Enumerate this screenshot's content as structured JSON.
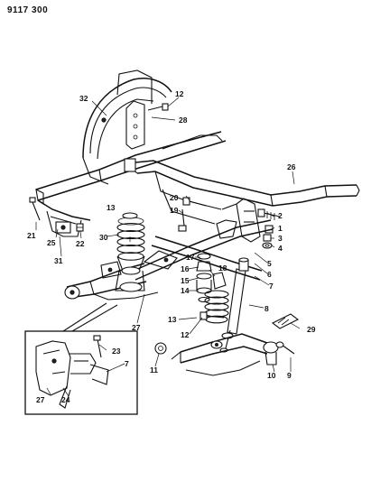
{
  "document_code": "9117 300",
  "callouts": [
    {
      "id": "c1",
      "label": "1"
    },
    {
      "id": "c2",
      "label": "2"
    },
    {
      "id": "c3",
      "label": "3"
    },
    {
      "id": "c4",
      "label": "4"
    },
    {
      "id": "c5",
      "label": "5"
    },
    {
      "id": "c6",
      "label": "6"
    },
    {
      "id": "c7",
      "label": "7"
    },
    {
      "id": "c7b",
      "label": "7"
    },
    {
      "id": "c8",
      "label": "8"
    },
    {
      "id": "c9",
      "label": "9"
    },
    {
      "id": "c10",
      "label": "10"
    },
    {
      "id": "c11",
      "label": "11"
    },
    {
      "id": "c12a",
      "label": "12"
    },
    {
      "id": "c12b",
      "label": "12"
    },
    {
      "id": "c13a",
      "label": "13"
    },
    {
      "id": "c13b",
      "label": "13"
    },
    {
      "id": "c14",
      "label": "14"
    },
    {
      "id": "c15",
      "label": "15"
    },
    {
      "id": "c16",
      "label": "16"
    },
    {
      "id": "c17",
      "label": "17"
    },
    {
      "id": "c18",
      "label": "18"
    },
    {
      "id": "c19",
      "label": "19"
    },
    {
      "id": "c20",
      "label": "20"
    },
    {
      "id": "c21",
      "label": "21"
    },
    {
      "id": "c22",
      "label": "22"
    },
    {
      "id": "c23",
      "label": "23"
    },
    {
      "id": "c24",
      "label": "24"
    },
    {
      "id": "c25",
      "label": "25"
    },
    {
      "id": "c26",
      "label": "26"
    },
    {
      "id": "c27a",
      "label": "27"
    },
    {
      "id": "c27b",
      "label": "27"
    },
    {
      "id": "c28",
      "label": "28"
    },
    {
      "id": "c29",
      "label": "29"
    },
    {
      "id": "c30",
      "label": "30"
    },
    {
      "id": "c31",
      "label": "31"
    },
    {
      "id": "c32",
      "label": "32"
    }
  ]
}
